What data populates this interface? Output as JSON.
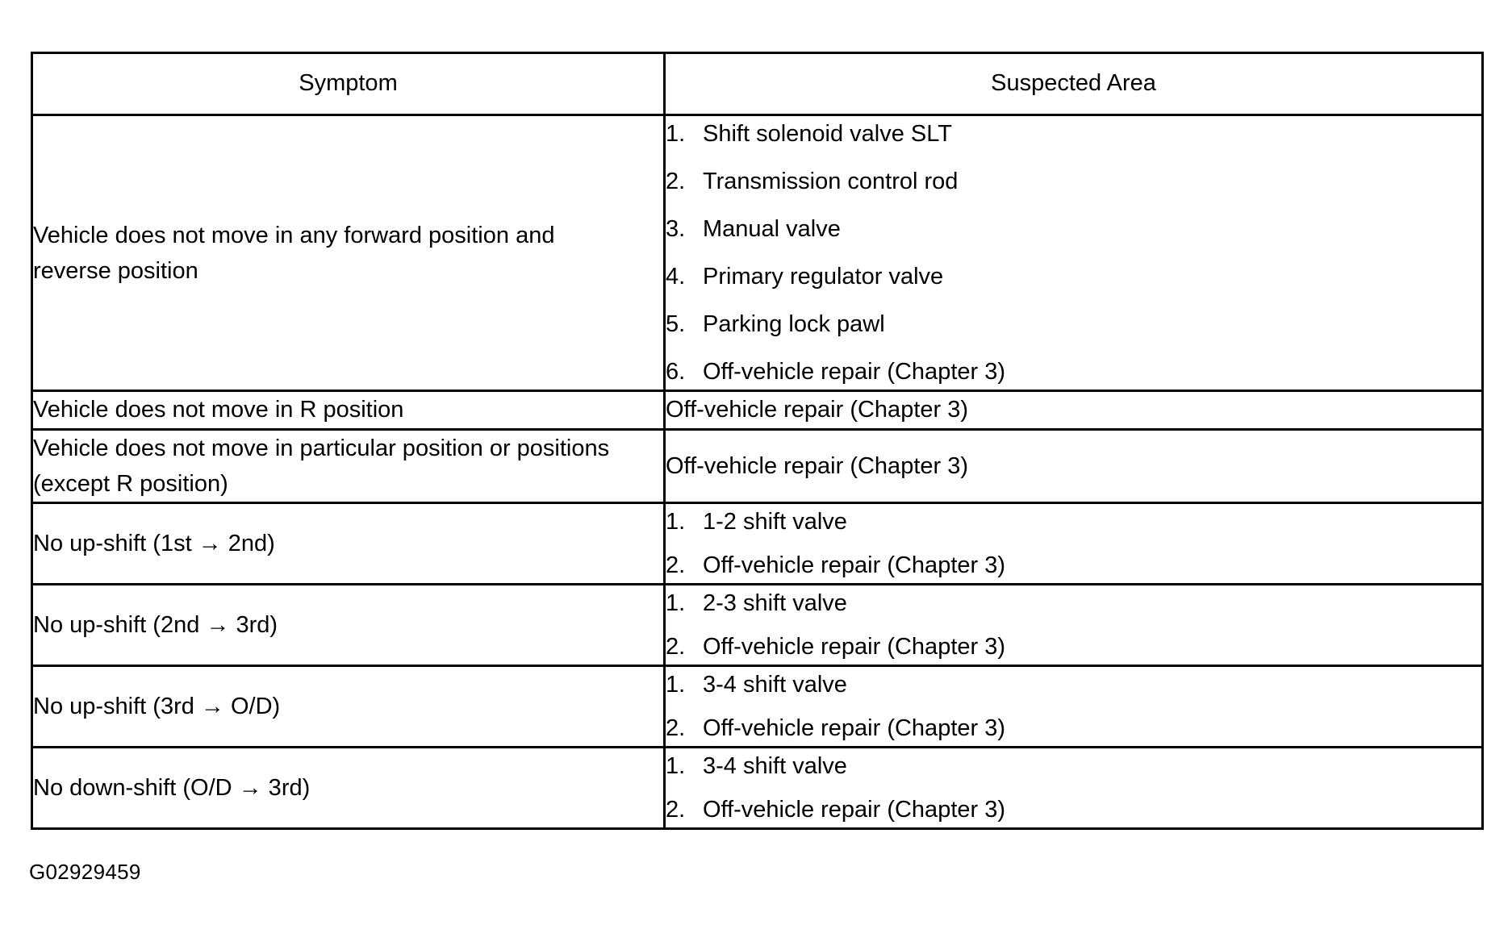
{
  "figure_id": "G02929459",
  "table": {
    "headers": {
      "symptom": "Symptom",
      "suspected_area": "Suspected Area"
    },
    "rows": [
      {
        "symptom": "Vehicle does not move in any forward position and reverse position",
        "numbered": true,
        "items": [
          "Shift solenoid valve SLT",
          "Transmission control rod",
          "Manual valve",
          "Primary regulator valve",
          "Parking lock pawl",
          "Off-vehicle repair (Chapter 3)"
        ]
      },
      {
        "symptom": "Vehicle does not move in R position",
        "numbered": false,
        "items": [
          "Off-vehicle repair (Chapter 3)"
        ]
      },
      {
        "symptom": "Vehicle does not move in particular position or positions (except R position)",
        "numbered": false,
        "items": [
          "Off-vehicle repair (Chapter 3)"
        ]
      },
      {
        "symptom": "No up-shift (1st → 2nd)",
        "numbered": true,
        "items": [
          "1-2 shift valve",
          "Off-vehicle repair (Chapter 3)"
        ]
      },
      {
        "symptom": "No up-shift (2nd → 3rd)",
        "numbered": true,
        "items": [
          "2-3 shift valve",
          "Off-vehicle repair (Chapter 3)"
        ]
      },
      {
        "symptom": "No up-shift (3rd → O/D)",
        "numbered": true,
        "items": [
          "3-4 shift valve",
          "Off-vehicle repair (Chapter 3)"
        ]
      },
      {
        "symptom": "No down-shift (O/D → 3rd)",
        "numbered": true,
        "items": [
          "3-4 shift valve",
          "Off-vehicle repair (Chapter 3)"
        ]
      }
    ],
    "item_numbers": [
      "1.",
      "2.",
      "3.",
      "4.",
      "5.",
      "6."
    ]
  }
}
